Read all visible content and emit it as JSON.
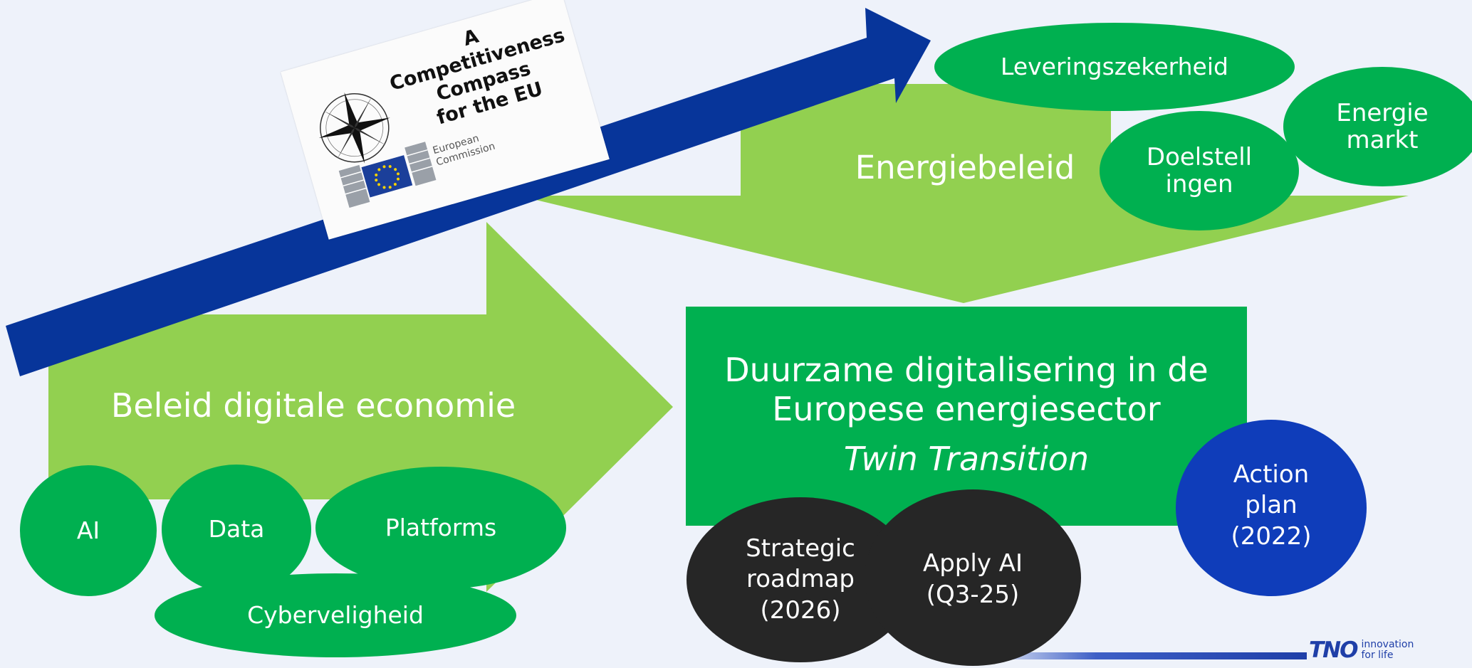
{
  "colors": {
    "background": "#eef2fa",
    "light_green": "#92d050",
    "dark_green": "#00b050",
    "navy": "#07359a",
    "blue": "#0f3dba",
    "black": "#262626",
    "white": "#ffffff"
  },
  "compass_card": {
    "title_lines": [
      "A",
      "Competitiveness",
      "Compass",
      "for the EU"
    ],
    "publisher_lines": [
      "European",
      "Commission"
    ],
    "icons": [
      "compass-rose-icon",
      "eu-flag-icon"
    ]
  },
  "energy_policy": {
    "label": "Energiebeleid",
    "topics": [
      {
        "label_lines": [
          "Leveringszekerheid"
        ]
      },
      {
        "label_lines": [
          "Doelstell",
          "ingen"
        ]
      },
      {
        "label_lines": [
          "Energie",
          "markt"
        ]
      }
    ]
  },
  "digital_policy": {
    "label": "Beleid digitale economie",
    "topics": [
      {
        "label_lines": [
          "AI"
        ]
      },
      {
        "label_lines": [
          "Data"
        ]
      },
      {
        "label_lines": [
          "Platforms"
        ]
      },
      {
        "label_lines": [
          "Cyberveligheid"
        ]
      }
    ]
  },
  "central": {
    "title_lines": [
      "Duurzame digitalisering in de",
      "Europese energiesector"
    ],
    "subtitle": "Twin Transition"
  },
  "initiatives": [
    {
      "label_lines": [
        "Strategic",
        "roadmap",
        "(2026)"
      ]
    },
    {
      "label_lines": [
        "Apply AI",
        "(Q3-25)"
      ]
    },
    {
      "label_lines": [
        "Action",
        "plan",
        "(2022)"
      ]
    }
  ],
  "logo": {
    "mark": "TNO",
    "tagline_lines": [
      "innovation",
      "for life"
    ]
  }
}
